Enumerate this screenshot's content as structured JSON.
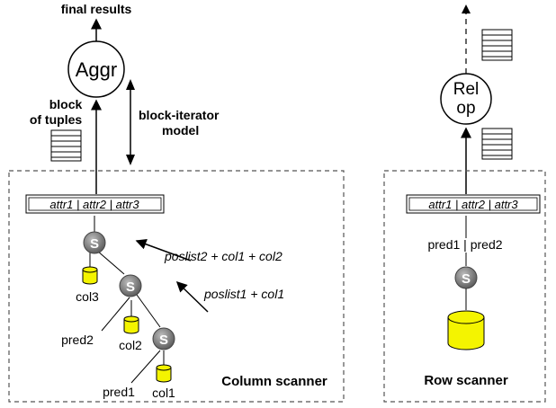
{
  "left": {
    "top_label": "final results",
    "aggr_label": "Aggr",
    "block_label_line1": "block",
    "block_label_line2": "of tuples",
    "iter_label_line1": "block-iterator",
    "iter_label_line2": "model",
    "attrs": "attr1 | attr2 | attr3",
    "s_label": "S",
    "poslist2": "poslist2 + col1 + col2",
    "poslist1": "poslist1 + col1",
    "col3": "col3",
    "col2": "col2",
    "col1": "col1",
    "pred2": "pred2",
    "pred1": "pred1",
    "scanner": "Column scanner"
  },
  "right": {
    "relop_line1": "Rel",
    "relop_line2": "op",
    "attrs": "attr1 | attr2 | attr3",
    "preds": "pred1 | pred2",
    "s_label": "S",
    "scanner": "Row scanner"
  },
  "colors": {
    "cylinder_fill": "#f4f400",
    "s_node_fill": "#7a7a7a"
  }
}
